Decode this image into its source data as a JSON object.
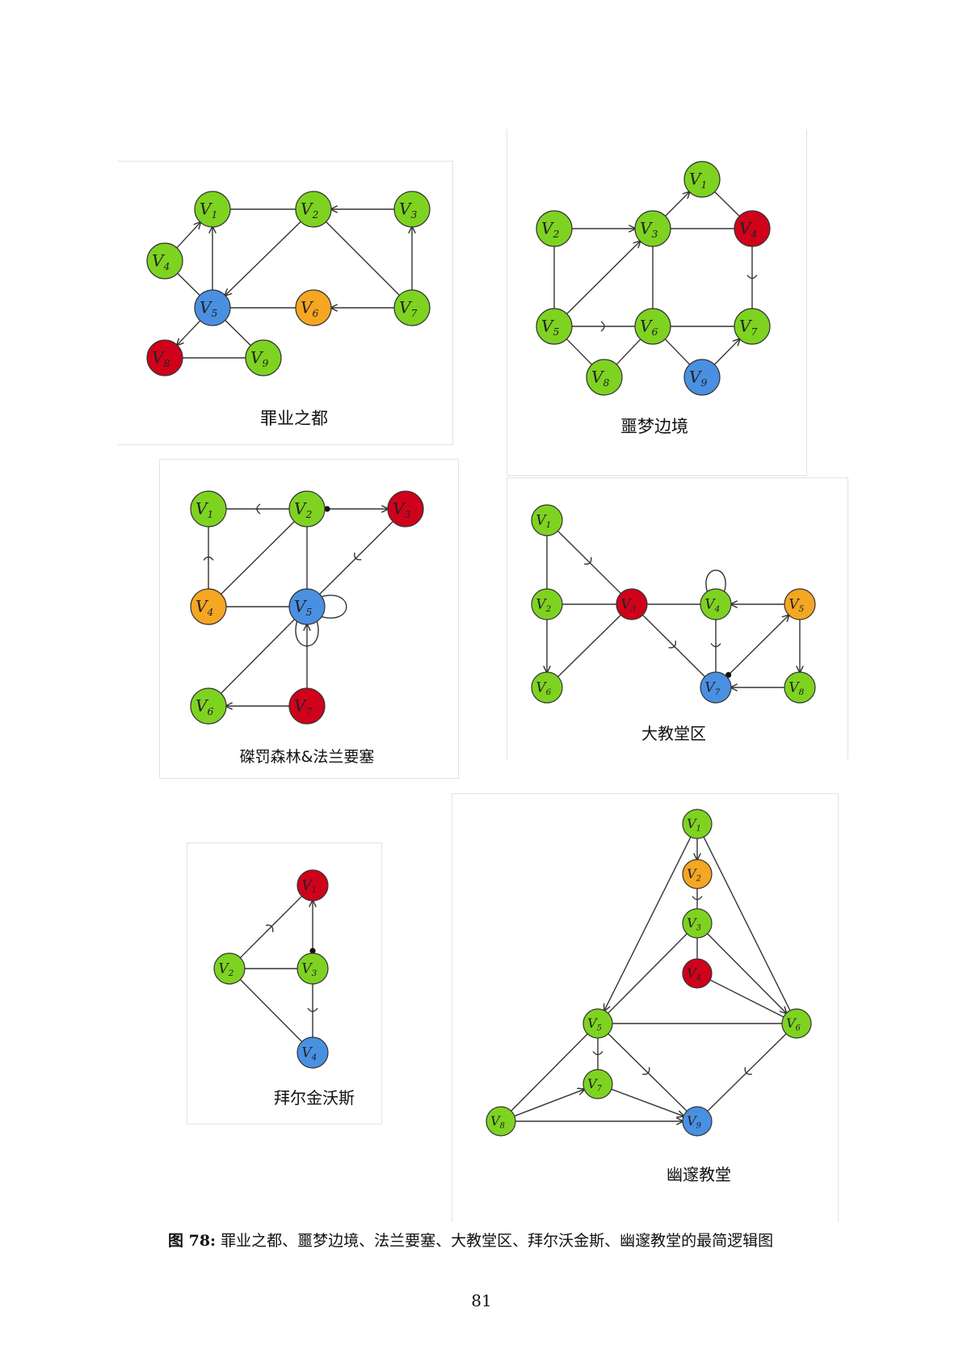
{
  "colors": {
    "green": "#7ed321",
    "blue": "#4a90e2",
    "red": "#d0021b",
    "orange": "#f5a623"
  },
  "graphs": [
    {
      "id": "zuiye",
      "label": "罪业之都",
      "nodes": [
        {
          "id": "1",
          "sub": "1",
          "color": "green"
        },
        {
          "id": "2",
          "sub": "2",
          "color": "green"
        },
        {
          "id": "3",
          "sub": "3",
          "color": "green"
        },
        {
          "id": "4",
          "sub": "4",
          "color": "green"
        },
        {
          "id": "5",
          "sub": "5",
          "color": "blue"
        },
        {
          "id": "6",
          "sub": "6",
          "color": "orange"
        },
        {
          "id": "7",
          "sub": "7",
          "color": "green"
        },
        {
          "id": "8",
          "sub": "8",
          "color": "red"
        },
        {
          "id": "9",
          "sub": "9",
          "color": "green"
        }
      ],
      "edges": [
        {
          "from": "1",
          "to": "2",
          "type": "line"
        },
        {
          "from": "3",
          "to": "2",
          "type": "arrow"
        },
        {
          "from": "4",
          "to": "1",
          "type": "arrow"
        },
        {
          "from": "5",
          "to": "1",
          "type": "arrow"
        },
        {
          "from": "2",
          "to": "5",
          "type": "arrow"
        },
        {
          "from": "2",
          "to": "7",
          "type": "line"
        },
        {
          "from": "7",
          "to": "3",
          "type": "arrow"
        },
        {
          "from": "7",
          "to": "6",
          "type": "arrow"
        },
        {
          "from": "6",
          "to": "5",
          "type": "line"
        },
        {
          "from": "4",
          "to": "5",
          "type": "line"
        },
        {
          "from": "5",
          "to": "8",
          "type": "arrow"
        },
        {
          "from": "5",
          "to": "9",
          "type": "line"
        },
        {
          "from": "8",
          "to": "9",
          "type": "line"
        }
      ]
    },
    {
      "id": "emeng",
      "label": "噩梦边境",
      "nodes": [
        {
          "id": "1",
          "sub": "1",
          "color": "green"
        },
        {
          "id": "2",
          "sub": "2",
          "color": "green"
        },
        {
          "id": "3",
          "sub": "3",
          "color": "green"
        },
        {
          "id": "4",
          "sub": "4",
          "color": "red"
        },
        {
          "id": "5",
          "sub": "5",
          "color": "green"
        },
        {
          "id": "6",
          "sub": "6",
          "color": "green"
        },
        {
          "id": "7",
          "sub": "7",
          "color": "green"
        },
        {
          "id": "8",
          "sub": "8",
          "color": "green"
        },
        {
          "id": "9",
          "sub": "9",
          "color": "blue"
        }
      ],
      "edges": [
        {
          "from": "3",
          "to": "1",
          "type": "arrow"
        },
        {
          "from": "1",
          "to": "4",
          "type": "line"
        },
        {
          "from": "2",
          "to": "3",
          "type": "arrow"
        },
        {
          "from": "3",
          "to": "4",
          "type": "line"
        },
        {
          "from": "2",
          "to": "5",
          "type": "line"
        },
        {
          "from": "5",
          "to": "3",
          "type": "arrow"
        },
        {
          "from": "3",
          "to": "6",
          "type": "line"
        },
        {
          "from": "4",
          "to": "7",
          "type": "oneway"
        },
        {
          "from": "5",
          "to": "6",
          "type": "oneway"
        },
        {
          "from": "6",
          "to": "7",
          "type": "line"
        },
        {
          "from": "5",
          "to": "8",
          "type": "line"
        },
        {
          "from": "8",
          "to": "6",
          "type": "line"
        },
        {
          "from": "6",
          "to": "9",
          "type": "line"
        },
        {
          "from": "9",
          "to": "7",
          "type": "arrow"
        }
      ]
    },
    {
      "id": "jiefa",
      "label": "磔罚森林&法兰要塞",
      "nodes": [
        {
          "id": "1",
          "sub": "1",
          "color": "green"
        },
        {
          "id": "2",
          "sub": "2",
          "color": "green"
        },
        {
          "id": "3",
          "sub": "3",
          "color": "red"
        },
        {
          "id": "4",
          "sub": "4",
          "color": "orange"
        },
        {
          "id": "5",
          "sub": "5",
          "color": "blue"
        },
        {
          "id": "6",
          "sub": "6",
          "color": "green"
        },
        {
          "id": "7",
          "sub": "7",
          "color": "red"
        }
      ],
      "edges": [
        {
          "from": "2",
          "to": "1",
          "type": "oneway"
        },
        {
          "from": "2",
          "to": "3",
          "type": "dotarrow"
        },
        {
          "from": "4",
          "to": "1",
          "type": "oneway"
        },
        {
          "from": "4",
          "to": "2",
          "type": "line"
        },
        {
          "from": "2",
          "to": "5",
          "type": "line"
        },
        {
          "from": "3",
          "to": "5",
          "type": "oneway"
        },
        {
          "from": "4",
          "to": "5",
          "type": "line"
        },
        {
          "from": "6",
          "to": "5",
          "type": "line"
        },
        {
          "from": "7",
          "to": "5",
          "type": "arrow"
        },
        {
          "from": "7",
          "to": "6",
          "type": "arrow"
        },
        {
          "from": "5",
          "to": "5",
          "type": "loop",
          "dir": "east"
        },
        {
          "from": "5",
          "to": "5",
          "type": "loop",
          "dir": "south"
        }
      ]
    },
    {
      "id": "dajiao",
      "label": "大教堂区",
      "nodes": [
        {
          "id": "1",
          "sub": "1",
          "color": "green"
        },
        {
          "id": "2",
          "sub": "2",
          "color": "green"
        },
        {
          "id": "3",
          "sub": "3",
          "color": "red"
        },
        {
          "id": "4",
          "sub": "4",
          "color": "green"
        },
        {
          "id": "5",
          "sub": "5",
          "color": "orange"
        },
        {
          "id": "6",
          "sub": "6",
          "color": "green"
        },
        {
          "id": "7",
          "sub": "7",
          "color": "blue"
        },
        {
          "id": "8",
          "sub": "8",
          "color": "green"
        }
      ],
      "edges": [
        {
          "from": "1",
          "to": "2",
          "type": "line"
        },
        {
          "from": "1",
          "to": "3",
          "type": "oneway"
        },
        {
          "from": "2",
          "to": "3",
          "type": "line"
        },
        {
          "from": "2",
          "to": "6",
          "type": "arrow"
        },
        {
          "from": "6",
          "to": "3",
          "type": "line"
        },
        {
          "from": "3",
          "to": "4",
          "type": "line"
        },
        {
          "from": "3",
          "to": "7",
          "type": "oneway"
        },
        {
          "from": "4",
          "to": "7",
          "type": "oneway"
        },
        {
          "from": "5",
          "to": "4",
          "type": "arrow"
        },
        {
          "from": "7",
          "to": "5",
          "type": "dotarrow"
        },
        {
          "from": "5",
          "to": "8",
          "type": "arrow"
        },
        {
          "from": "8",
          "to": "7",
          "type": "arrow"
        },
        {
          "from": "4",
          "to": "4",
          "type": "loop",
          "dir": "north"
        }
      ]
    },
    {
      "id": "baier",
      "label": "拜尔金沃斯",
      "nodes": [
        {
          "id": "1",
          "sub": "1",
          "color": "red"
        },
        {
          "id": "2",
          "sub": "2",
          "color": "green"
        },
        {
          "id": "3",
          "sub": "3",
          "color": "green"
        },
        {
          "id": "4",
          "sub": "4",
          "color": "blue"
        }
      ],
      "edges": [
        {
          "from": "2",
          "to": "1",
          "type": "oneway"
        },
        {
          "from": "3",
          "to": "1",
          "type": "dotarrow"
        },
        {
          "from": "2",
          "to": "3",
          "type": "line"
        },
        {
          "from": "3",
          "to": "4",
          "type": "oneway"
        },
        {
          "from": "2",
          "to": "4",
          "type": "line"
        }
      ]
    },
    {
      "id": "yousui",
      "label": "幽邃教堂",
      "nodes": [
        {
          "id": "1",
          "sub": "1",
          "color": "green"
        },
        {
          "id": "2",
          "sub": "2",
          "color": "orange"
        },
        {
          "id": "3",
          "sub": "3",
          "color": "green"
        },
        {
          "id": "4",
          "sub": "4",
          "color": "red"
        },
        {
          "id": "5",
          "sub": "5",
          "color": "green"
        },
        {
          "id": "6",
          "sub": "6",
          "color": "green"
        },
        {
          "id": "7",
          "sub": "7",
          "color": "green"
        },
        {
          "id": "8",
          "sub": "8",
          "color": "green"
        },
        {
          "id": "9",
          "sub": "9",
          "color": "blue"
        }
      ],
      "edges": [
        {
          "from": "1",
          "to": "2",
          "type": "arrow"
        },
        {
          "from": "2",
          "to": "3",
          "type": "oneway"
        },
        {
          "from": "3",
          "to": "4",
          "type": "line"
        },
        {
          "from": "1",
          "to": "5",
          "type": "arrow"
        },
        {
          "from": "1",
          "to": "6",
          "type": "line"
        },
        {
          "from": "3",
          "to": "5",
          "type": "line"
        },
        {
          "from": "3",
          "to": "6",
          "type": "arrow"
        },
        {
          "from": "4",
          "to": "6",
          "type": "line"
        },
        {
          "from": "5",
          "to": "6",
          "type": "line"
        },
        {
          "from": "5",
          "to": "7",
          "type": "oneway"
        },
        {
          "from": "5",
          "to": "9",
          "type": "oneway"
        },
        {
          "from": "6",
          "to": "9",
          "type": "oneway"
        },
        {
          "from": "5",
          "to": "8",
          "type": "line"
        },
        {
          "from": "8",
          "to": "7",
          "type": "arrow"
        },
        {
          "from": "7",
          "to": "9",
          "type": "arrow"
        },
        {
          "from": "8",
          "to": "9",
          "type": "arrow"
        }
      ]
    }
  ],
  "caption": {
    "prefix": "图 78:",
    "text": "罪业之都、噩梦边境、法兰要塞、大教堂区、拜尔沃金斯、幽邃教堂的最简逻辑图"
  },
  "page_number": "81"
}
